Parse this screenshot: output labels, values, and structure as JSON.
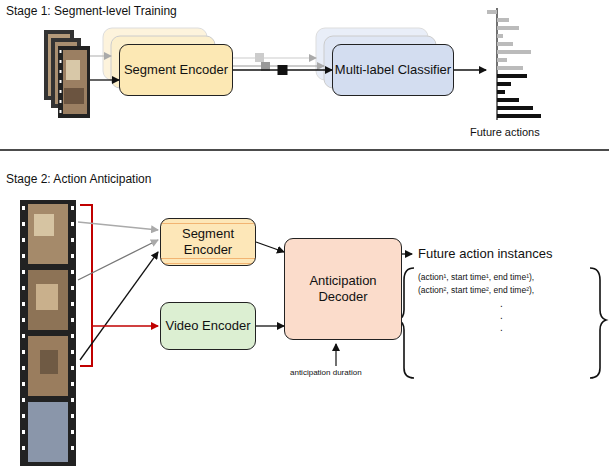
{
  "diagram": {
    "nodes": [
      {
        "text": [
          "Segment Encoder"
        ]
      },
      {
        "text": [
          "Multi-label Classifier"
        ]
      },
      {
        "text": [
          "Segment Encoder"
        ]
      },
      {
        "text": [
          "Video Encoder"
        ]
      },
      {
        "text": [
          "Anticipation Decoder"
        ]
      }
    ],
    "edges": [
      {
        "from": 0,
        "to": 1,
        "arrow": "to"
      },
      {
        "from": 2,
        "to": 4,
        "arrow": "to"
      },
      {
        "from": 3,
        "to": 4,
        "arrow": "to"
      }
    ],
    "labels": [
      "Stage 1: Segment-level Training",
      "Future actions",
      "Stage 2: Action Anticipation",
      "anticipation duration",
      "Future action instances",
      "(action¹, start time¹, end time¹),",
      "(action², start time², end time²),",
      ".",
      ".",
      "."
    ]
  }
}
